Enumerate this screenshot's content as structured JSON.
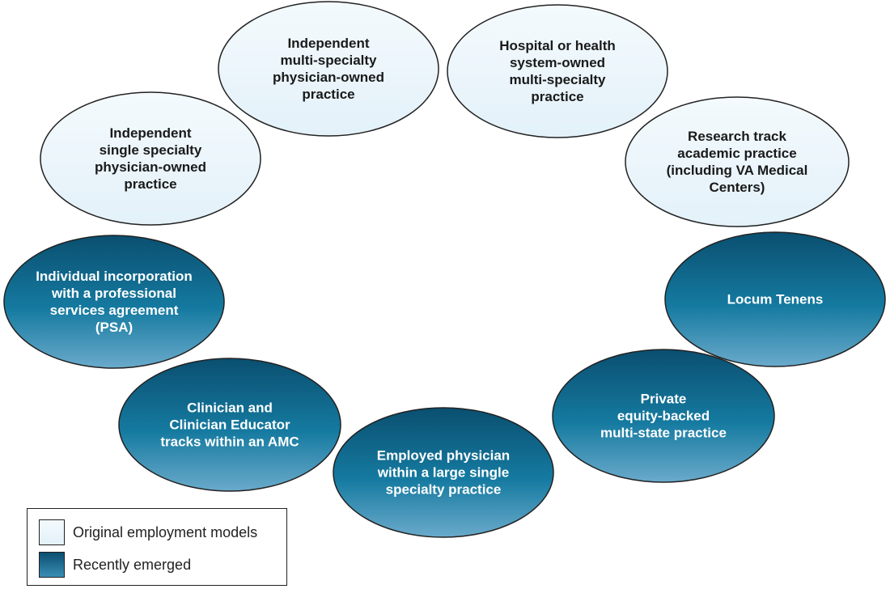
{
  "colors": {
    "original_fill": "#eaf5fb",
    "recent_top": "#0b5577",
    "recent_bottom": "#5ea3c3",
    "stroke": "#222222"
  },
  "nodes": [
    {
      "type": "original",
      "lines": [
        "Independent",
        "single specialty",
        "physician-owned",
        "practice"
      ]
    },
    {
      "type": "original",
      "lines": [
        "Independent",
        "multi-specialty",
        "physician-owned",
        "practice"
      ]
    },
    {
      "type": "original",
      "lines": [
        "Hospital or health",
        "system-owned",
        "multi-specialty",
        "practice"
      ]
    },
    {
      "type": "original",
      "lines": [
        "Research track",
        "academic practice",
        "(including VA Medical",
        "Centers)"
      ]
    },
    {
      "type": "recent",
      "lines": [
        "Individual incorporation",
        "with a professional",
        "services agreement",
        "(PSA)"
      ]
    },
    {
      "type": "recent",
      "lines": [
        "Locum Tenens"
      ]
    },
    {
      "type": "recent",
      "lines": [
        "Clinician and",
        "Clinician Educator",
        "tracks within an AMC"
      ]
    },
    {
      "type": "recent",
      "lines": [
        "Private",
        "equity-backed",
        "multi-state practice"
      ]
    },
    {
      "type": "recent",
      "lines": [
        "Employed physician",
        "within a large single",
        "specialty practice"
      ]
    }
  ],
  "legend": {
    "original": "Original employment models",
    "recent": "Recently emerged"
  }
}
